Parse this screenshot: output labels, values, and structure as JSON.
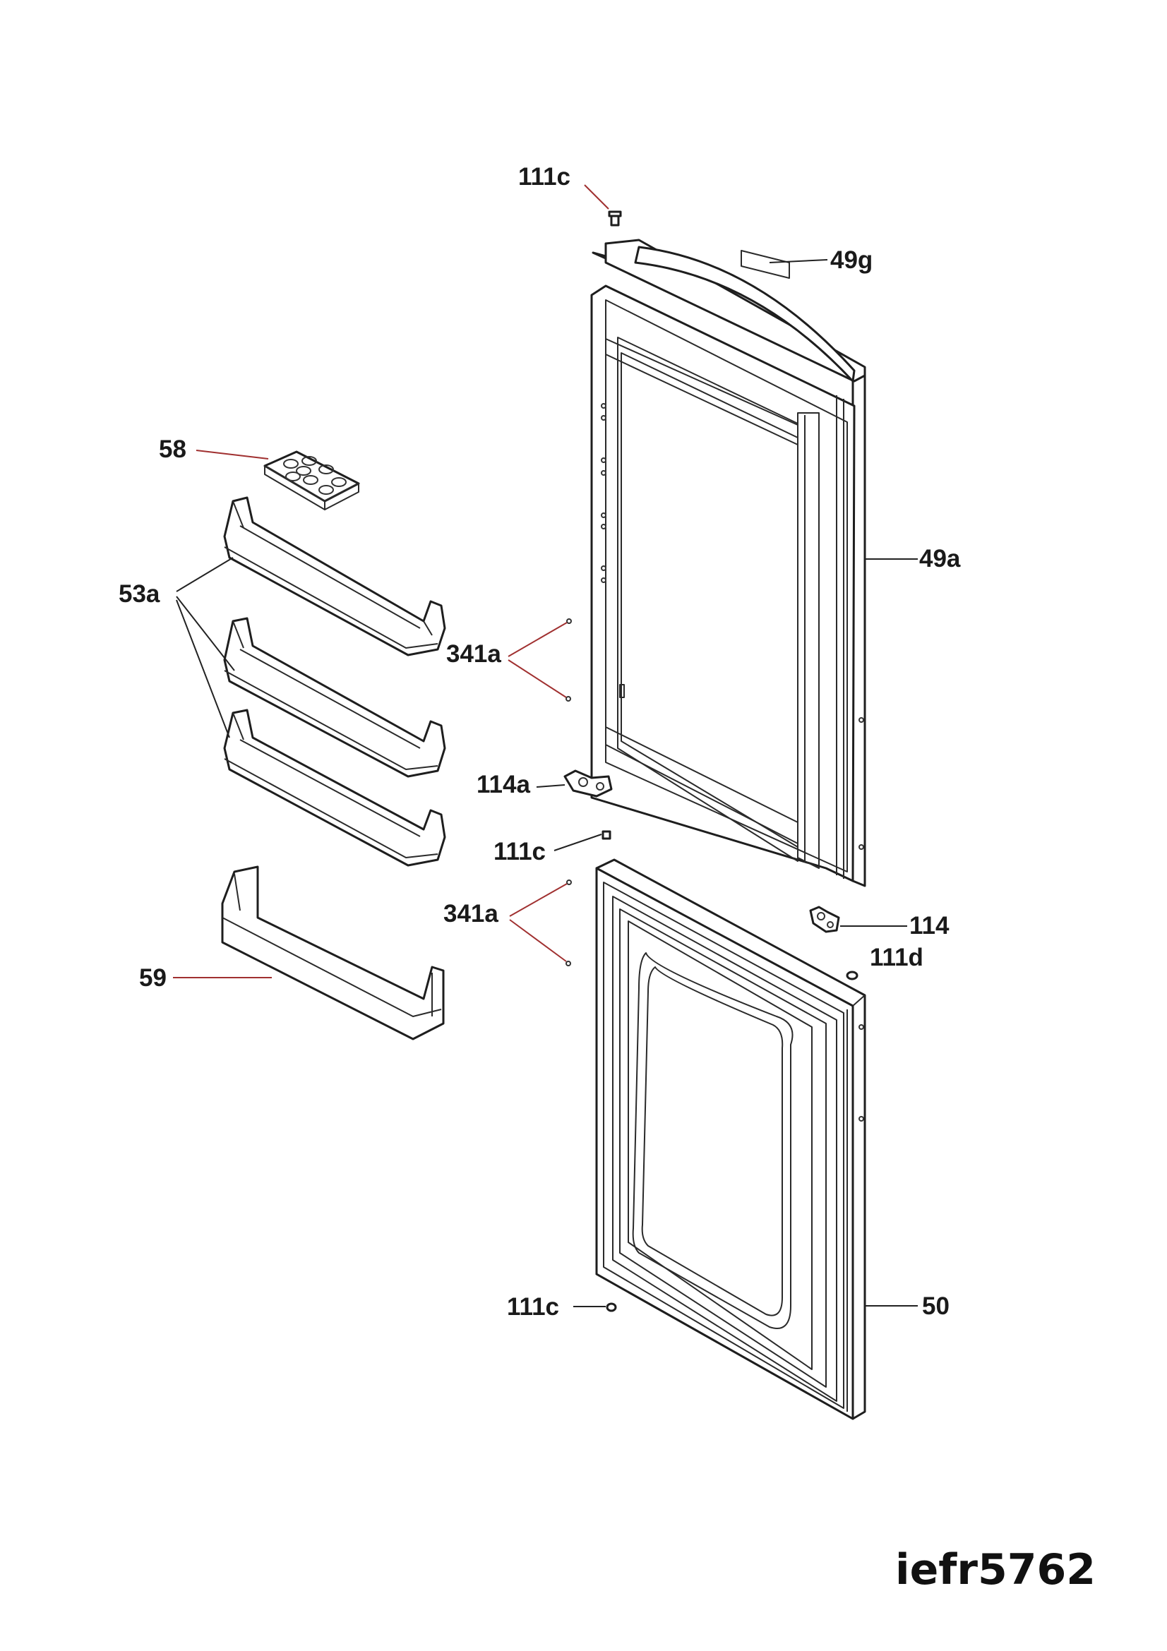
{
  "diagram": {
    "labels": {
      "p111c_top": "111c",
      "p49g": "49g",
      "p49a": "49a",
      "p58": "58",
      "p53a": "53a",
      "p341a_upper": "341a",
      "p114a": "114a",
      "p111c_mid": "111c",
      "p341a_lower": "341a",
      "p114": "114",
      "p111d": "111d",
      "p59": "59",
      "p111c_bottom": "111c",
      "p50": "50"
    },
    "model_code": "iefr5762"
  }
}
